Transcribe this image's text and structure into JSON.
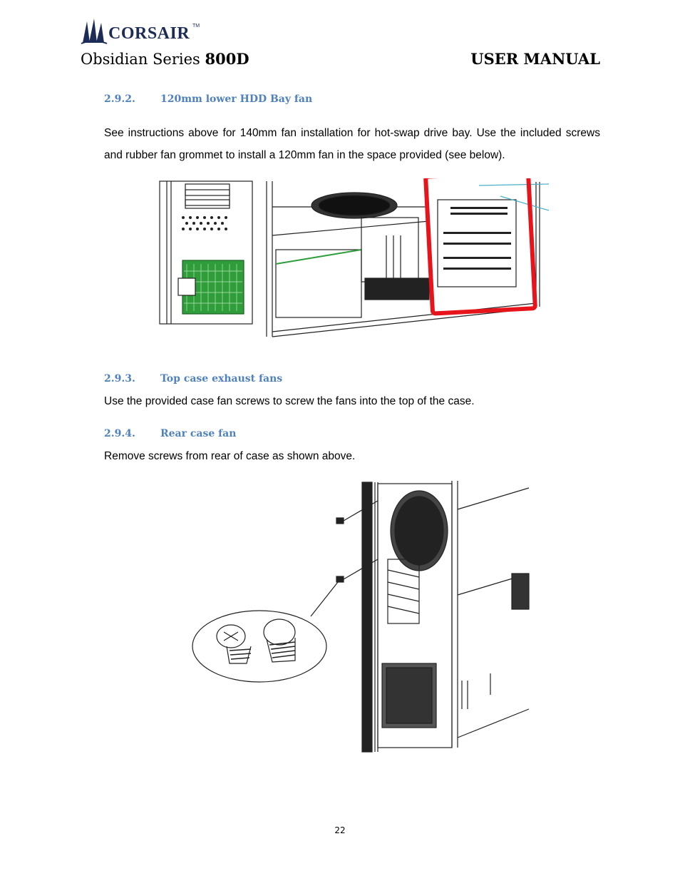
{
  "header": {
    "logo_text": "CORSAIR",
    "logo_tm": "TM",
    "series_prefix": "Obsidian Series",
    "series_model": "800D",
    "manual_title": "USER MANUAL"
  },
  "sections": [
    {
      "number": "2.9.2.",
      "title": "120mm lower HDD Bay fan",
      "text": "See instructions above for 140mm fan installation for hot-swap drive bay. Use the included screws and rubber fan grommet to install a 120mm fan in the space provided (see below)."
    },
    {
      "number": "2.9.3.",
      "title": "Top case exhaust fans",
      "text": "Use the provided case fan screws to screw the fans into the top of the case."
    },
    {
      "number": "2.9.4.",
      "title": "Rear case fan",
      "text": "Remove screws from rear of case as shown above."
    }
  ],
  "figures": {
    "highlight_color": "#e8141b",
    "psu_green": "#2f9e3a"
  },
  "page_number": "22"
}
